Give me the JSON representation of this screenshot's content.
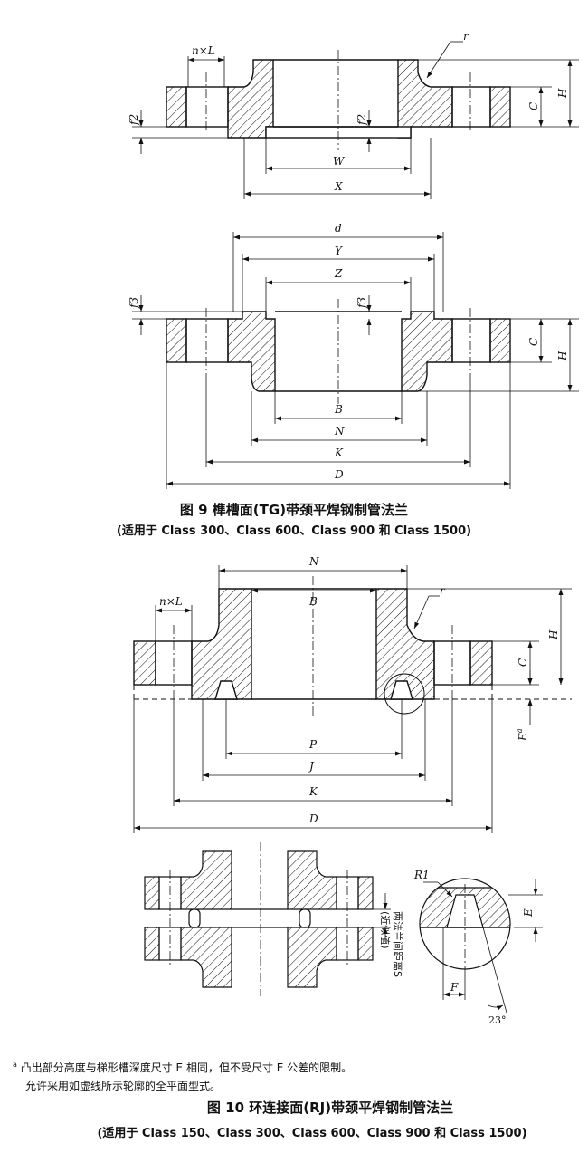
{
  "fig9": {
    "caption": "图 9 榫槽面(TG)带颈平焊钢制管法兰",
    "applicability": "(适用于 Class 300、Class 600、Class 900 和 Class 1500)",
    "top_labels": {
      "nxl": "n×L",
      "r": "r",
      "f2_left": "f2",
      "f2_mid": "f2",
      "C": "C",
      "H": "H",
      "W": "W",
      "X": "X"
    },
    "bottom_labels": {
      "d": "d",
      "Y": "Y",
      "Z": "Z",
      "f3_left": "f3",
      "f3_mid": "f3",
      "C": "C",
      "H": "H",
      "B": "B",
      "N": "N",
      "K": "K",
      "D": "D"
    }
  },
  "fig10": {
    "caption": "图 10 环连接面(RJ)带颈平焊钢制管法兰",
    "applicability": "(适用于 Class 150、Class 300、Class 600、Class 900 和 Class 1500)",
    "labels": {
      "N": "N",
      "B": "B",
      "nxl": "n×L",
      "r": "r",
      "C": "C",
      "H": "H",
      "Ea": "E",
      "Ea_sup": "a",
      "P": "P",
      "J": "J",
      "K": "K",
      "D": "D"
    },
    "detail_labels": {
      "R1": "R1",
      "E": "E",
      "F": "F",
      "angle": "23°",
      "gap_line1": "两法兰间距离S",
      "gap_line2": "(近似值)"
    }
  },
  "footnote": {
    "marker": "a",
    "line1": "凸出部分高度与梯形槽深度尺寸 E 相同，但不受尺寸 E 公差的限制。",
    "line2": "允许采用如虚线所示轮廓的全平面型式。"
  }
}
